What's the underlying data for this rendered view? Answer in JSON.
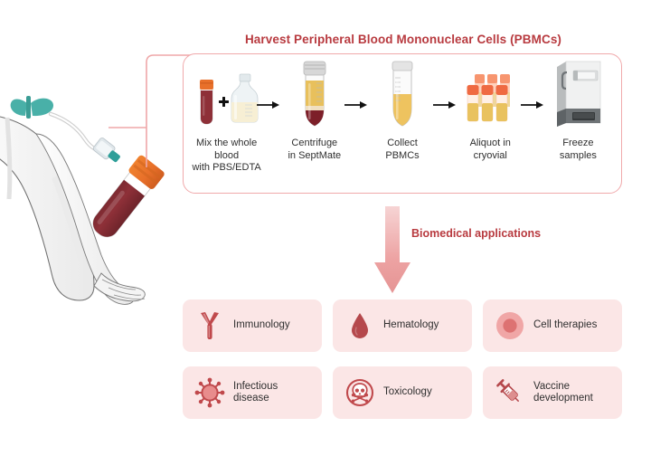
{
  "figure": {
    "harvest": {
      "title": "Harvest Peripheral Blood Mononuclear Cells (PBMCs)",
      "steps": [
        {
          "label": "Mix the whole blood\nwith PBS/EDTA",
          "art": "blood-tube-plus-pbs-bottle"
        },
        {
          "label": "Centrifuge\nin SeptMate",
          "art": "septmate-tube-layered"
        },
        {
          "label": "Collect\nPBMCs",
          "art": "conical-tube-plasma"
        },
        {
          "label": "Aliquot in\ncryovial",
          "art": "cryovial-rack"
        },
        {
          "label": "Freeze\nsamples",
          "art": "freezer"
        }
      ]
    },
    "flow_caption": "Biomedical applications",
    "applications": [
      {
        "label": "Immunology",
        "icon": "antibody-icon"
      },
      {
        "label": "Hematology",
        "icon": "blood-drop-icon"
      },
      {
        "label": "Cell therapies",
        "icon": "cell-icon"
      },
      {
        "label": "Infectious\ndisease",
        "icon": "virus-icon"
      },
      {
        "label": "Toxicology",
        "icon": "skull-crossbones-icon"
      },
      {
        "label": "Vaccine\ndevelopment",
        "icon": "syringe-icon"
      }
    ],
    "colors": {
      "title_red": "#b83a3f",
      "panel_border": "#f0a9ab",
      "card_background": "#fbe6e6",
      "icon_red": "#c0494c",
      "arrow_pink": "#eda3a3",
      "blood_dark_red": "#8e3038",
      "plasma_yellow": "#e8c05c",
      "tourniquet_teal": "#4fb3ab",
      "tube_cap_orange": "#e8702a",
      "label_text": "#2f2f2f",
      "skin": "#f2f2f2"
    }
  }
}
